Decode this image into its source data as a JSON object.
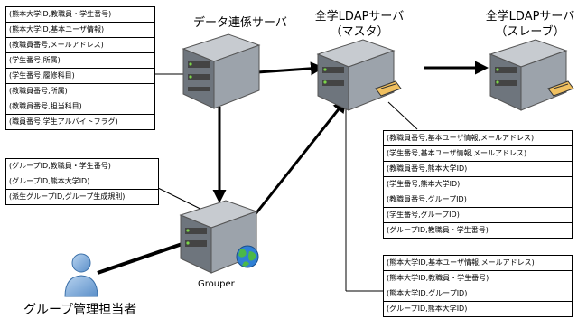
{
  "nodes": {
    "data_server": "データ連係サーバ",
    "ldap_master": [
      "全学LDAPサーバ",
      "（マスタ）"
    ],
    "ldap_slave": [
      "全学LDAPサーバ",
      "（スレーブ）"
    ],
    "grouper": "Grouper",
    "group_manager": "グループ管理担当者"
  },
  "source_fields": [
    "(熊本大学ID,教職員・学生番号)",
    "(熊本大学ID,基本ユーザ情報)",
    "(教職員番号,メールアドレス)",
    "(学生番号,所属)",
    "(学生番号,履修科目)",
    "(教職員番号,所属)",
    "(教職員番号,担当科目)",
    "(職員番号,学生アルバイトフラグ)"
  ],
  "grouper_fields": [
    "(グループID,教職員・学生番号)",
    "(グループID,熊本大学ID)",
    "(派生グループID,グループ生成規則)"
  ],
  "ldap_fields_a": [
    "(教職員番号,基本ユーザ情報,メールアドレス)",
    "(学生番号,基本ユーザ情報,メールアドレス)",
    "(教職員番号,熊本大学ID)",
    "(学生番号,熊本大学ID)",
    "(教職員番号,グループID)",
    "(学生番号,グループID)",
    "(グループID,教職員・学生番号)"
  ],
  "ldap_fields_b": [
    "(熊本大学ID,基本ユーザ情報,メールアドレス)",
    "(熊本大学ID,教職員・学生番号)",
    "(熊本大学ID,グループID)",
    "(グループID,熊本大学ID)"
  ]
}
